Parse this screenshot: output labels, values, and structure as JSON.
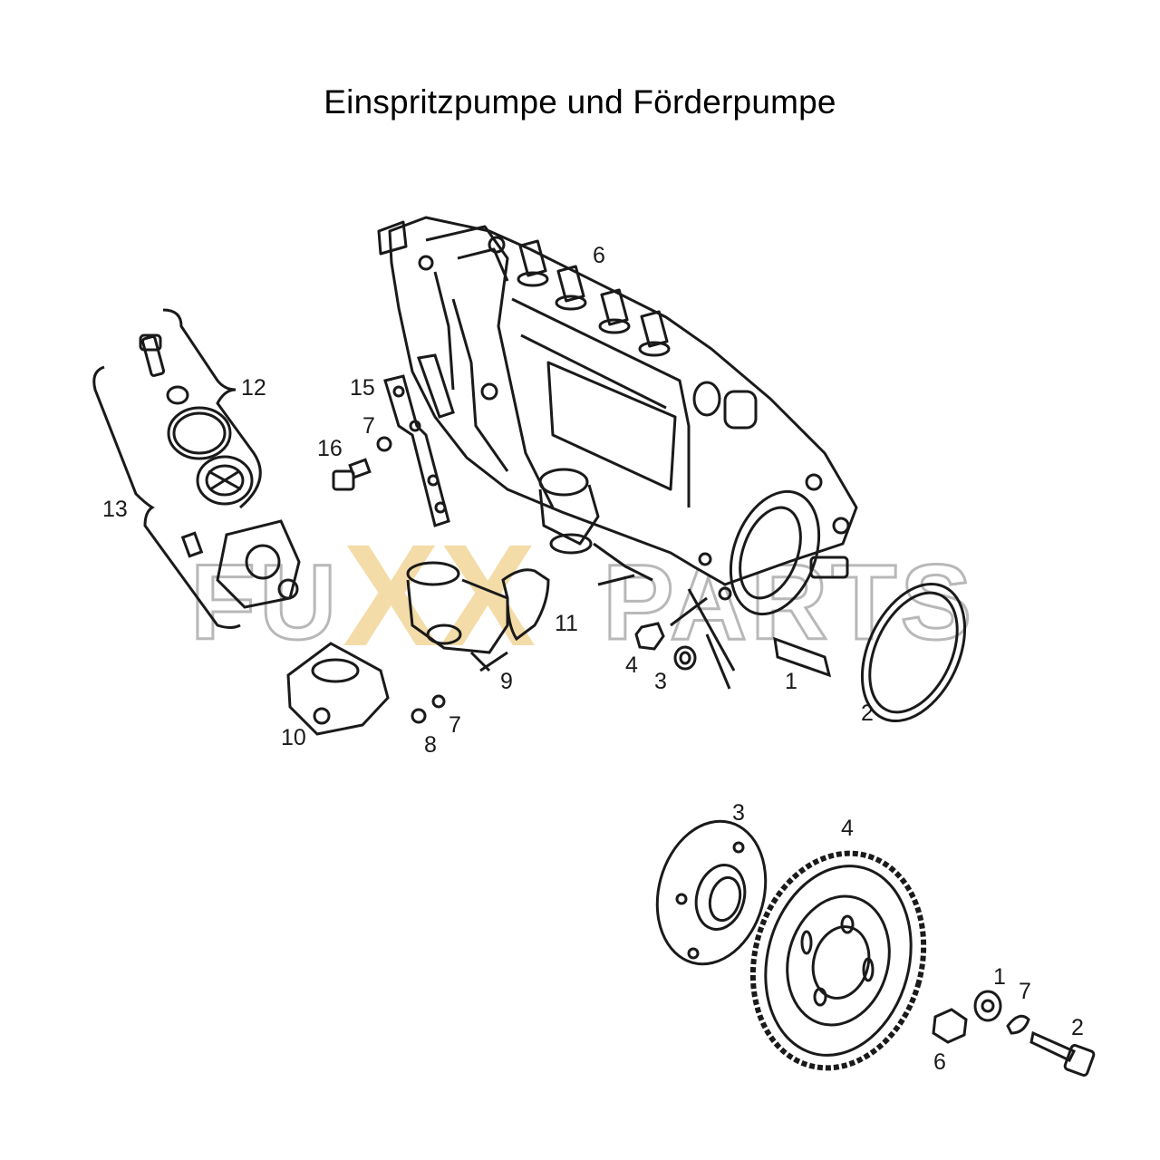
{
  "title": "Einspritzpumpe und Förderpumpe",
  "watermark": {
    "left": "FU",
    "middle": "XX",
    "right": "PARTS"
  },
  "callouts": {
    "pump": {
      "p1": "1",
      "p2": "2",
      "p3": "3",
      "p4": "4",
      "p6": "6",
      "p7a": "7",
      "p7b": "7",
      "p8": "8",
      "p9": "9",
      "p10": "10",
      "p11": "11",
      "p12": "12",
      "p13": "13",
      "p15": "15",
      "p16": "16"
    },
    "gear": {
      "g1": "1",
      "g2": "2",
      "g3": "3",
      "g4": "4",
      "g6": "6",
      "g7": "7"
    }
  },
  "colors": {
    "line": "#1a1a1a",
    "watermark_accent": "#f3d9a0",
    "watermark_outline": "#b8b8b8"
  }
}
